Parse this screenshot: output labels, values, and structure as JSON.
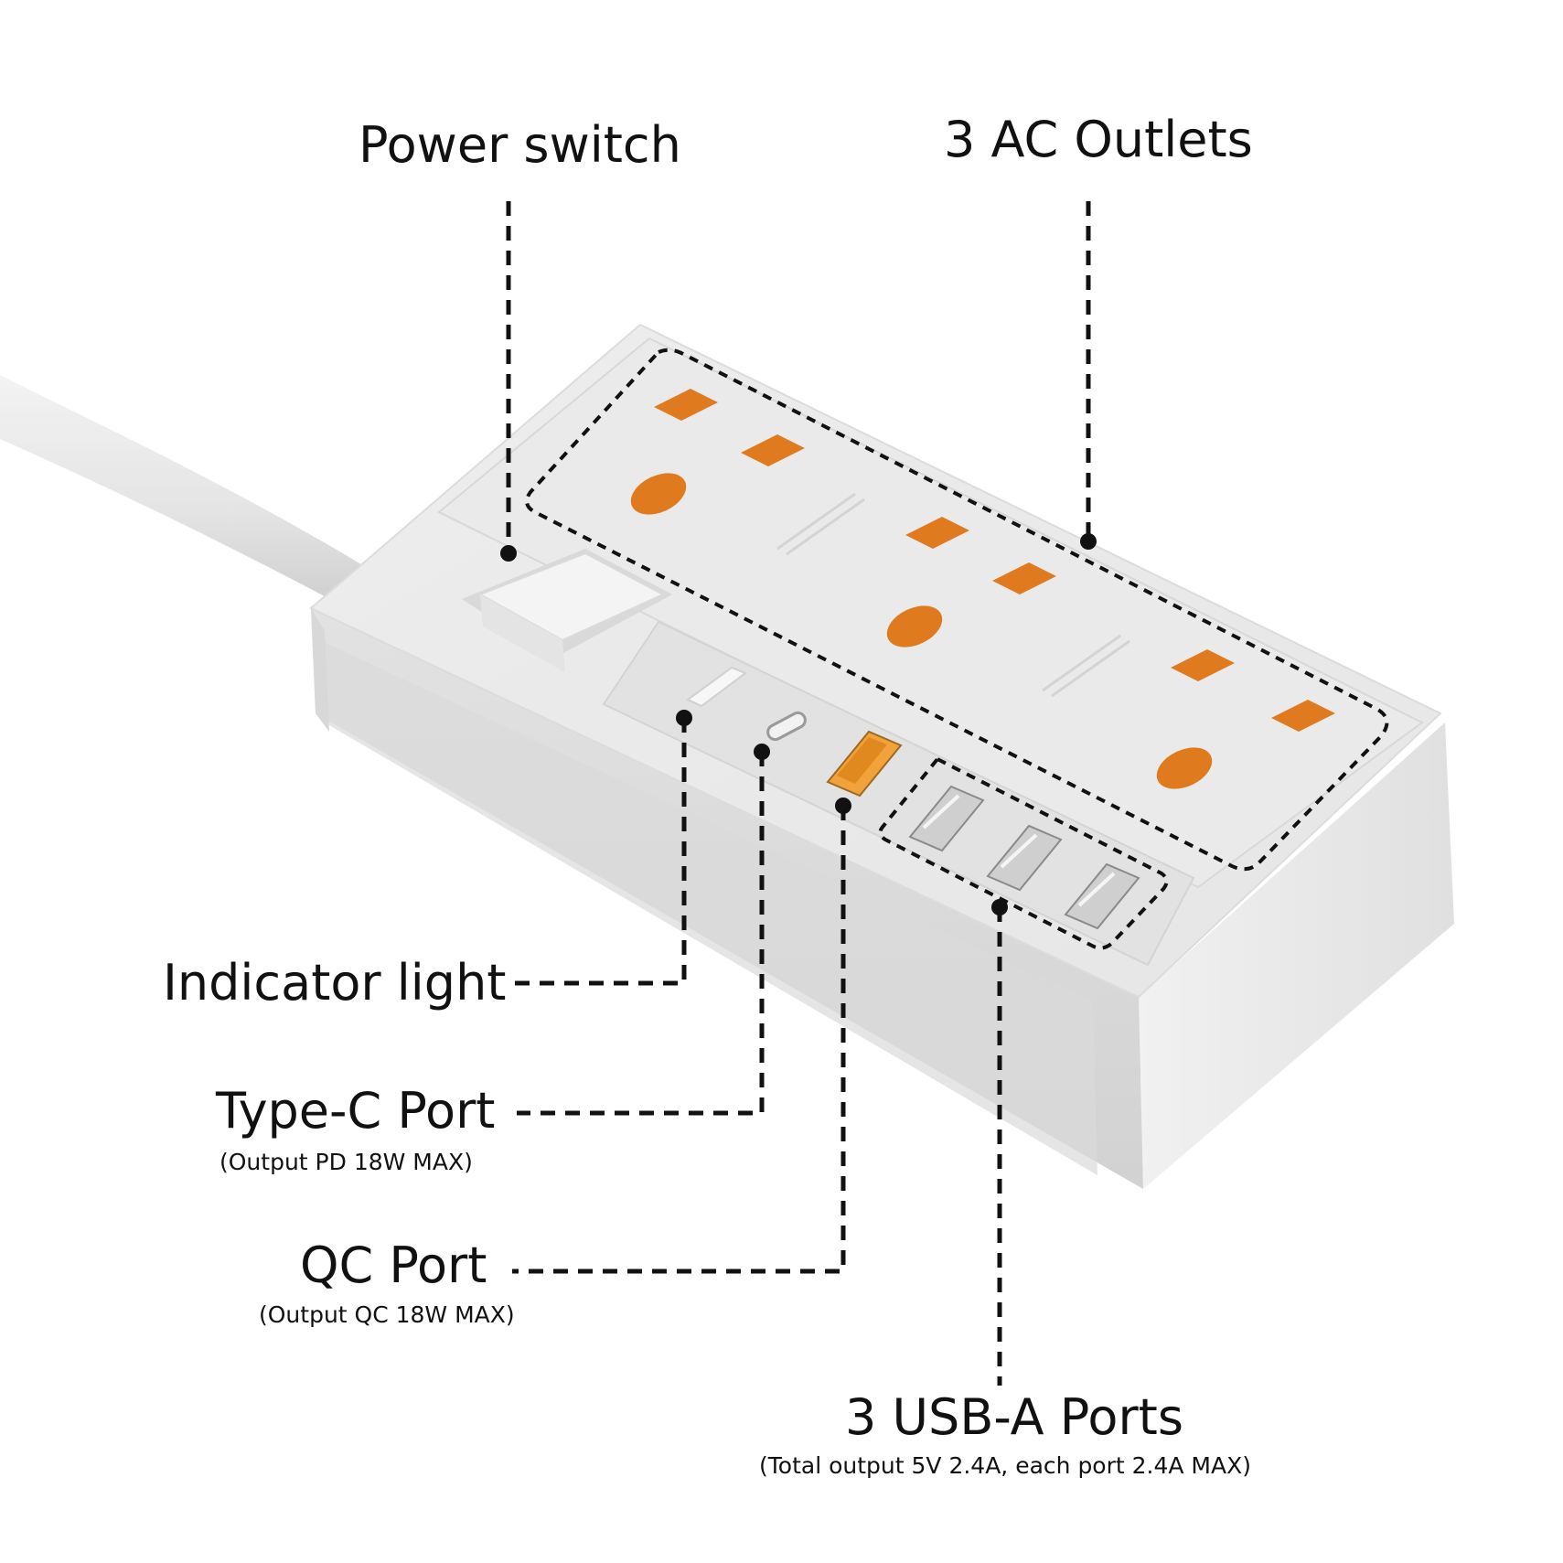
{
  "labels": {
    "power_switch": "Power switch",
    "ac_outlets": "3 AC Outlets",
    "indicator_light": "Indicator light",
    "type_c": "Type-C Port",
    "type_c_note": "(Output PD 18W MAX)",
    "qc": "QC Port",
    "qc_note": "(Output QC 18W MAX)",
    "usb_a": "3 USB-A Ports",
    "usb_a_note": "(Total output 5V 2.4A, each port 2.4A MAX)"
  },
  "colors": {
    "body": "#e6e6e6",
    "top": "#ececec",
    "side": "#dcdcdc",
    "outlet_orange": "#e07a1f",
    "qc_orange": "#f2a23a",
    "callout": "#111111"
  },
  "icons": {
    "power_button": "rocker-switch",
    "outlet": "universal-socket",
    "usb": "usb-a-port",
    "usb_c": "usb-c-port"
  }
}
